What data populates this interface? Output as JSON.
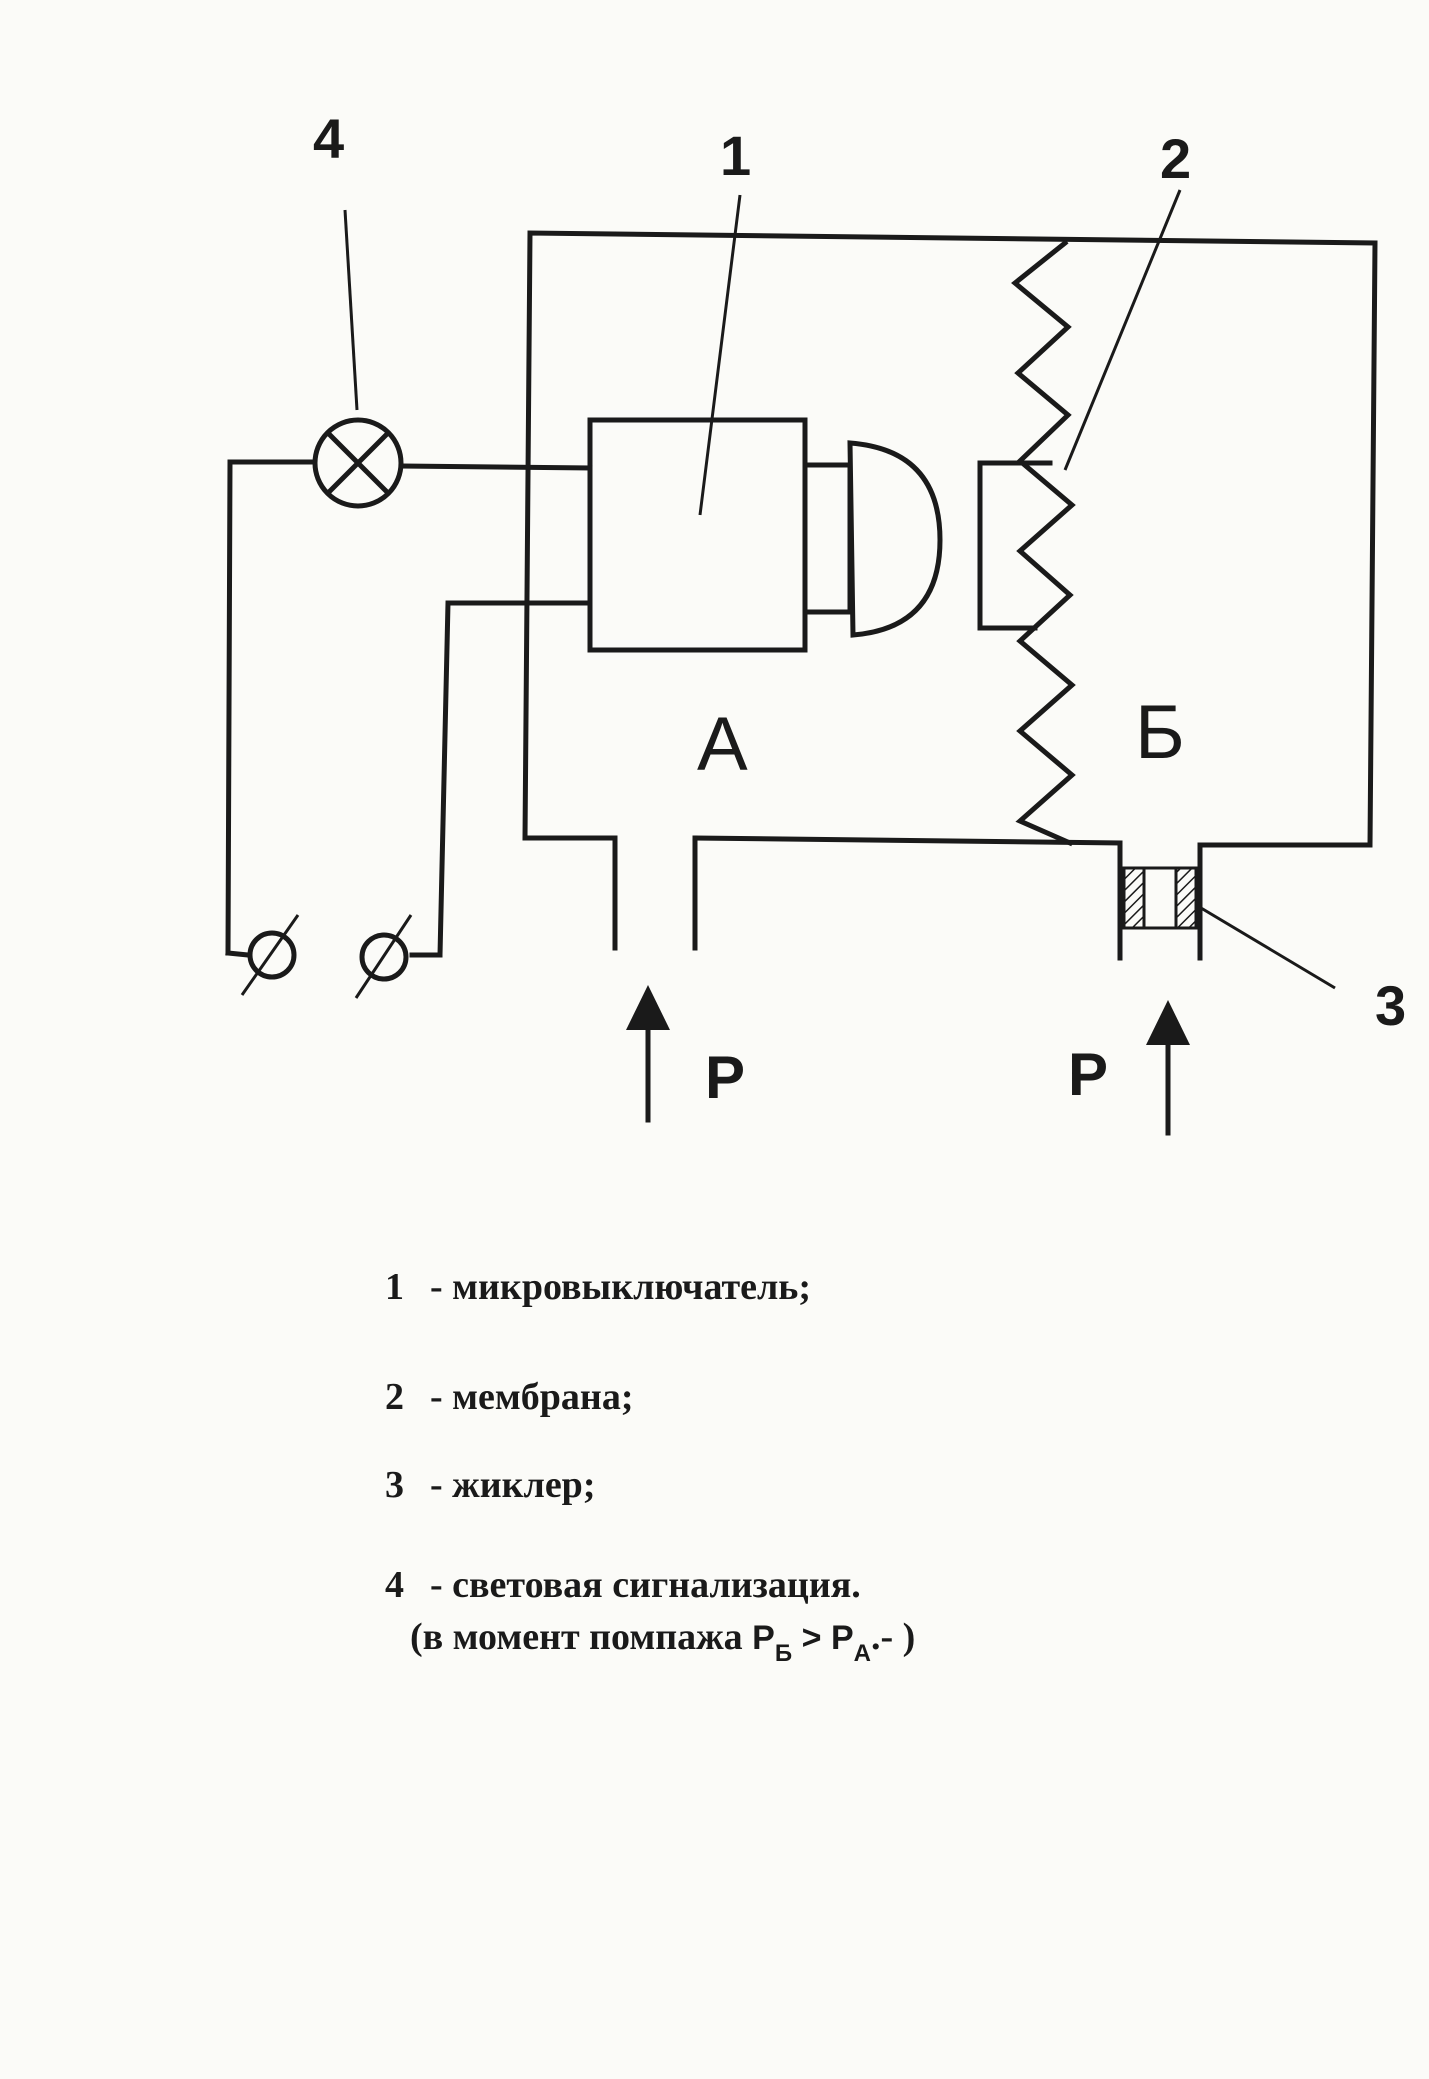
{
  "diagram": {
    "labels": {
      "n1": "1",
      "n2": "2",
      "n3": "3",
      "n4": "4",
      "chamber_a": "А",
      "chamber_b": "Б",
      "pressure_left": "Р",
      "pressure_right": "Р"
    }
  },
  "legend": {
    "items": [
      {
        "num": "1",
        "text": "- микровыключатель;"
      },
      {
        "num": "2",
        "text": "- мембрана;"
      },
      {
        "num": "3",
        "text": "- жиклер;"
      },
      {
        "num": "4",
        "text": "- световая сигнализация."
      }
    ],
    "note": {
      "open": "(в момент помпажа",
      "p1": "Р",
      "p1_sub": "Б",
      "op": ">",
      "p2": "Р",
      "p2_sub": "А",
      "close": ".- )"
    }
  }
}
